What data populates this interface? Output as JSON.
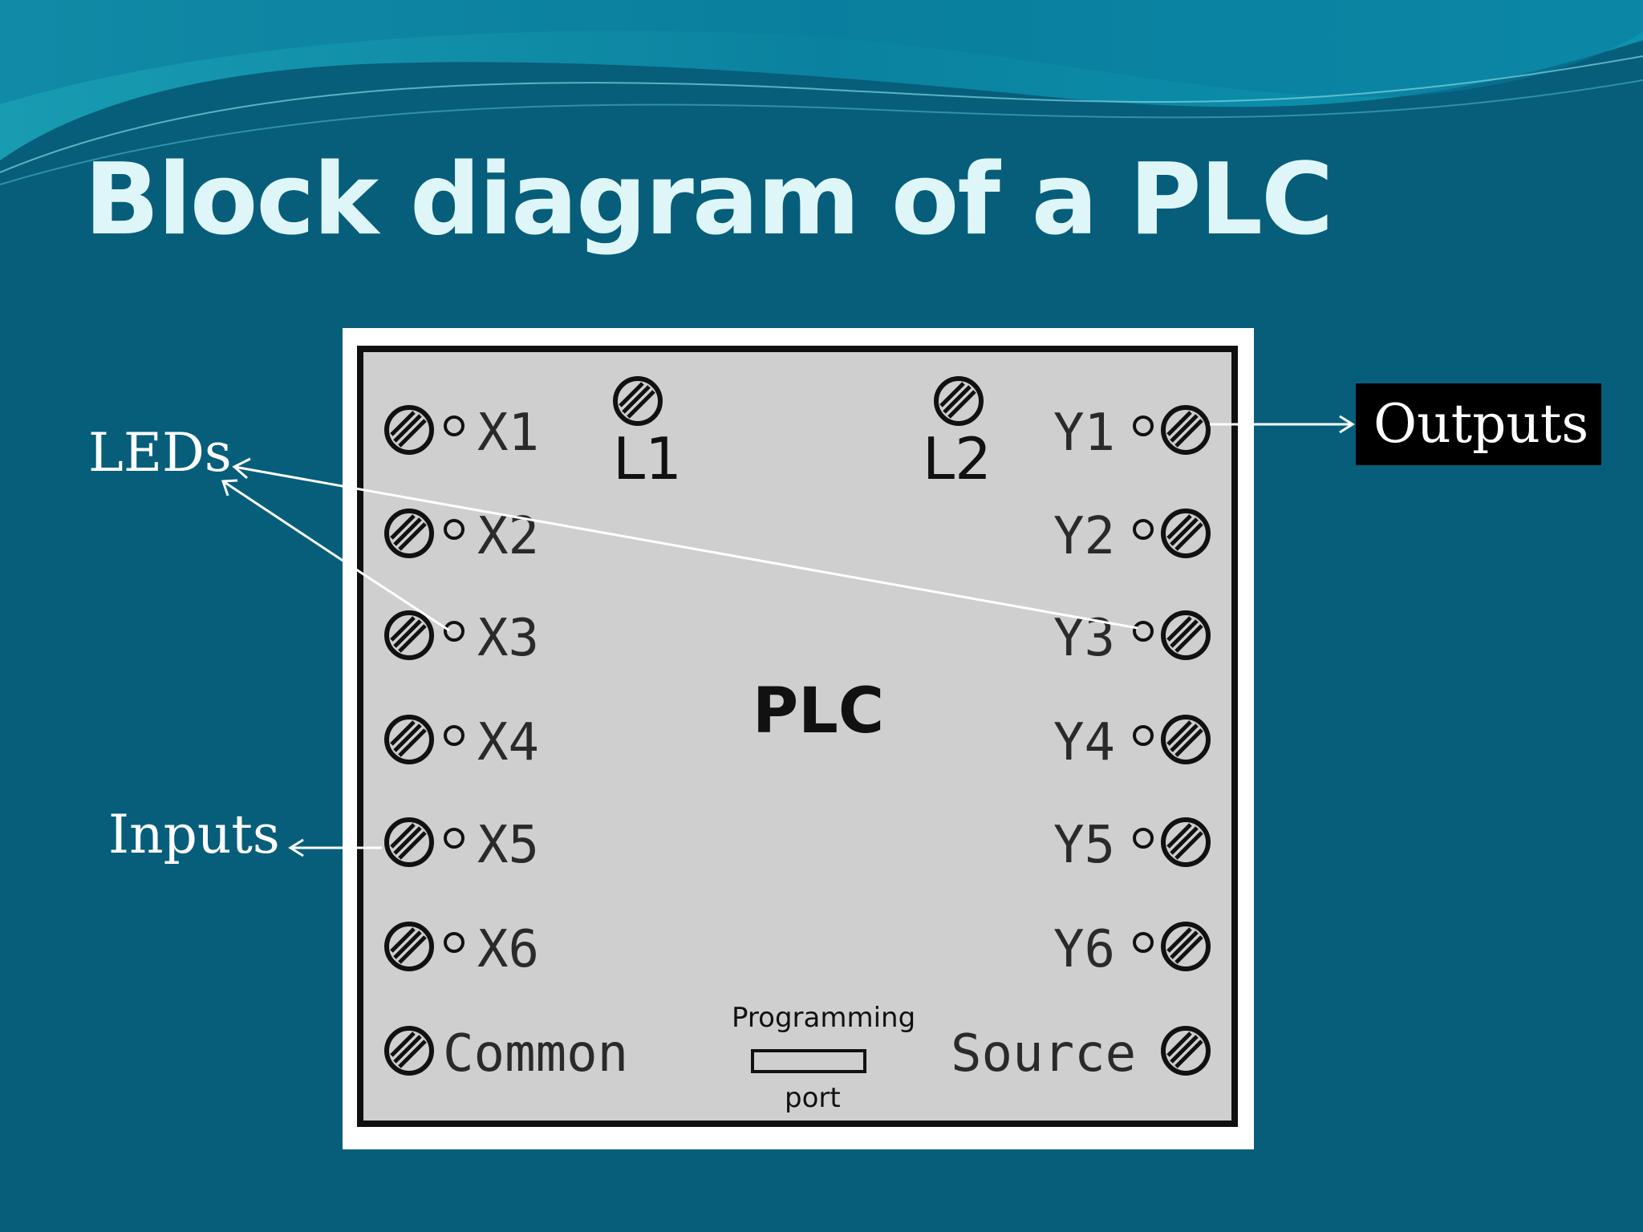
{
  "slide": {
    "title": "Block diagram of a PLC",
    "colors": {
      "background": "#065e7b",
      "title": "#dff6f8",
      "panel": "#cfcfcf",
      "panel_border": "#101010",
      "frame": "#ffffff",
      "callout": "#ffffff"
    }
  },
  "plc": {
    "label": "PLC",
    "power_terminals": [
      "L1",
      "L2"
    ],
    "inputs": [
      "X1",
      "X2",
      "X3",
      "X4",
      "X5",
      "X6"
    ],
    "outputs": [
      "Y1",
      "Y2",
      "Y3",
      "Y4",
      "Y5",
      "Y6"
    ],
    "common_label": "Common",
    "source_label": "Source",
    "port_label_top": "Programming",
    "port_label_bottom": "port",
    "terminal_icon": "screw-terminal-icon",
    "led_icon": "led-icon"
  },
  "callouts": {
    "leds": "LEDs",
    "inputs": "Inputs",
    "outputs": "Outputs"
  }
}
